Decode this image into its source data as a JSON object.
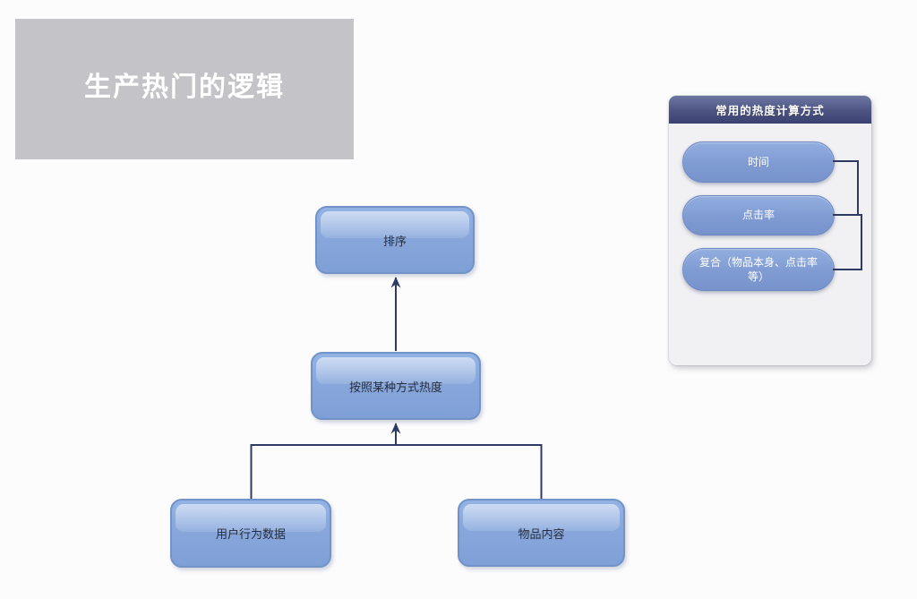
{
  "slide": {
    "title": "生产热门的逻辑"
  },
  "flowchart": {
    "nodes": [
      {
        "id": "sort",
        "label": "排序"
      },
      {
        "id": "heat-method",
        "label": "按照某种方式热度"
      },
      {
        "id": "user-behavior-data",
        "label": "用户行为数据"
      },
      {
        "id": "item-content",
        "label": "物品内容"
      }
    ],
    "edges": [
      {
        "from": "user-behavior-data",
        "to": "heat-method"
      },
      {
        "from": "item-content",
        "to": "heat-method"
      },
      {
        "from": "heat-method",
        "to": "sort"
      }
    ]
  },
  "side_panel": {
    "title": "常用的热度计算方式",
    "items": [
      {
        "label": "时间"
      },
      {
        "label": "点击率"
      },
      {
        "label": "复合（物品本身、点击率等）"
      }
    ],
    "connections": [
      {
        "from": "时间",
        "to": "点击率"
      },
      {
        "from": "点击率",
        "to": "复合（物品本身、点击率等）"
      }
    ]
  },
  "colors": {
    "background": "#fcfcfd",
    "title_box_bg": "#c4c4c8",
    "node_fill_top": "#93b2e4",
    "node_fill_bottom": "#7f9fd7",
    "node_border": "#7292c8",
    "node_text": "#272d3e",
    "pill_fill": "#7f9bd2",
    "panel_header_top": "#6d76a1",
    "panel_header_bottom": "#3a4170",
    "panel_body": "#f1f1f4",
    "connector_line": "#2e3a63"
  }
}
